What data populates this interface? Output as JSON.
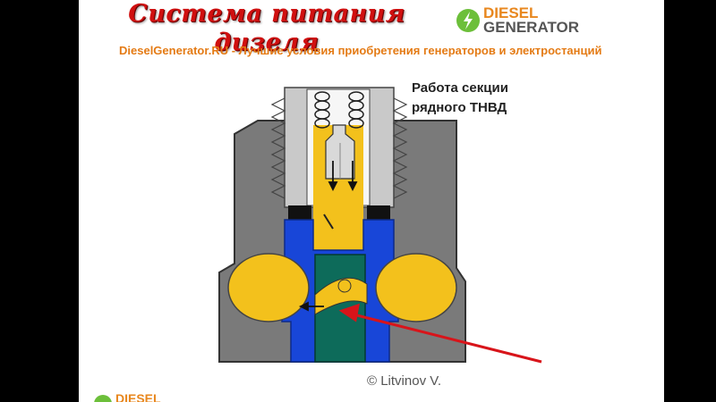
{
  "header": {
    "title": "Система питания дизеля",
    "subtitle": "DieselGenerator.RU - Лучшие условия приобретения генераторов и электростанций"
  },
  "logo": {
    "line1": "DIESEL",
    "line2": "GENERATOR"
  },
  "diagram": {
    "caption_line1": "Работа секции",
    "caption_line2": "рядного ТНВД",
    "copyright": "© Litvinov V."
  },
  "footer_logo": {
    "line1": "DIESEL"
  },
  "colors": {
    "housing": "#7a7a7a",
    "fuel": "#f3c11c",
    "barrel": "#1846d8",
    "plunger": "#0d6b5a",
    "seal": "#111111",
    "arrow": "#d8141a",
    "title": "#d01010",
    "subtitle": "#e47b15"
  }
}
